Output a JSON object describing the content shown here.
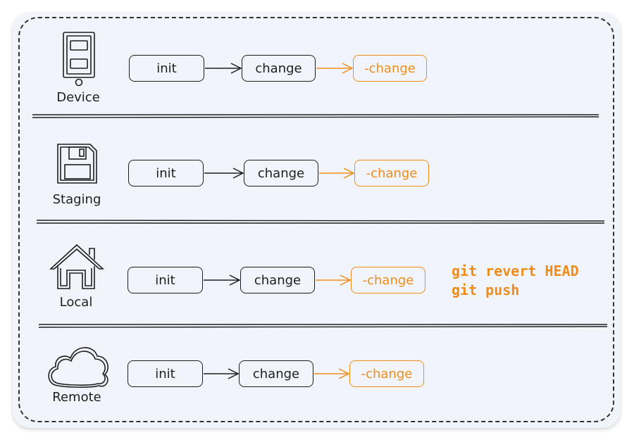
{
  "rows": [
    {
      "label": "Device",
      "icon": "device-icon",
      "boxes": [
        "init",
        "change",
        "-change"
      ]
    },
    {
      "label": "Staging",
      "icon": "floppy-disk-icon",
      "boxes": [
        "init",
        "change",
        "-change"
      ]
    },
    {
      "label": "Local",
      "icon": "house-icon",
      "boxes": [
        "init",
        "change",
        "-change"
      ]
    },
    {
      "label": "Remote",
      "icon": "cloud-icon",
      "boxes": [
        "init",
        "change",
        "-change"
      ]
    }
  ],
  "commands": [
    "git revert HEAD",
    "git push"
  ],
  "colors": {
    "accent": "#f08c1a",
    "ink": "#1e1e1e",
    "background": "#f1f5fb"
  }
}
